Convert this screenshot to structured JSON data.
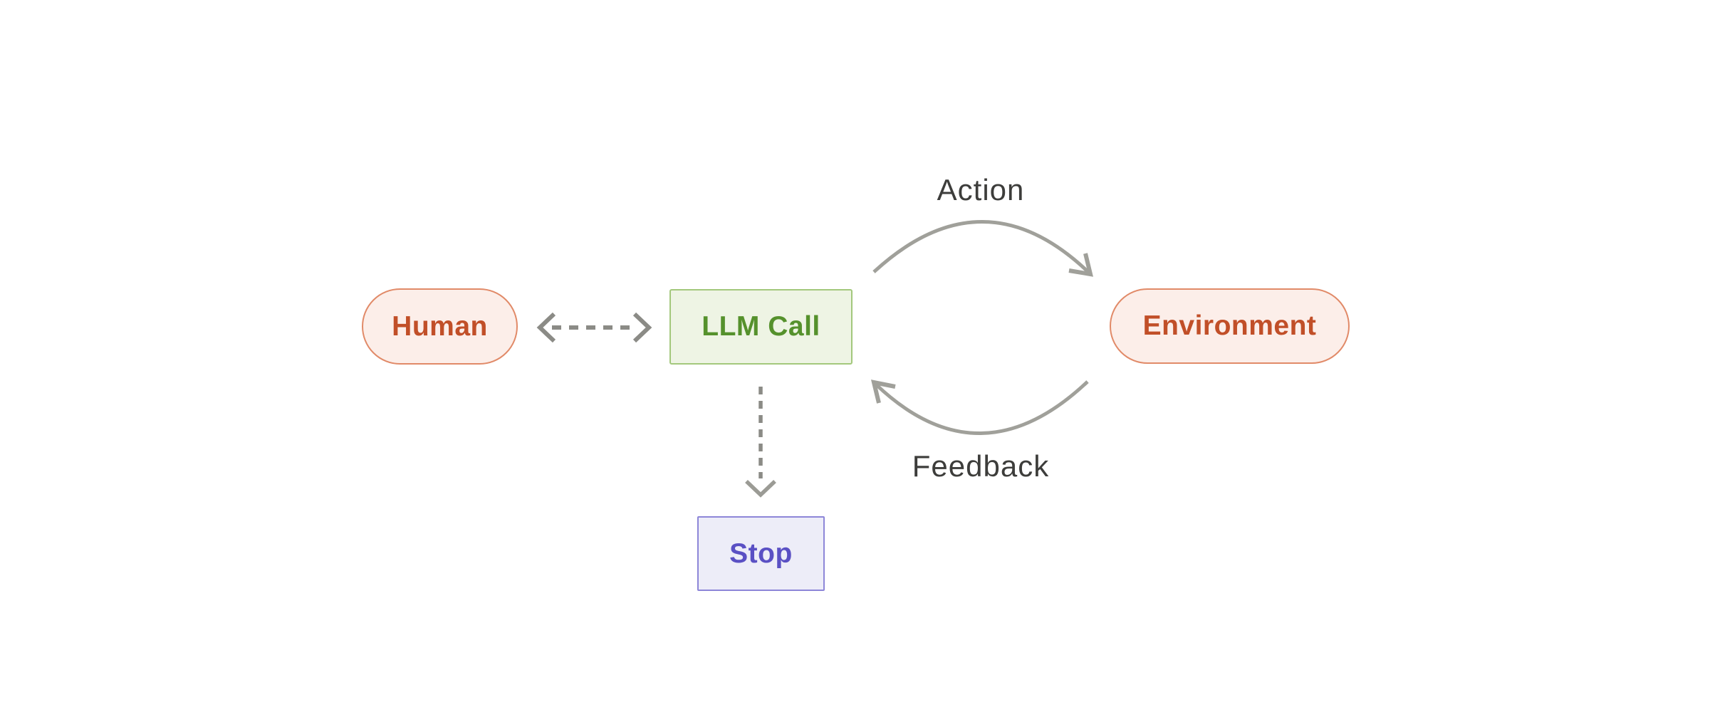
{
  "nodes": {
    "human": {
      "label": "Human",
      "fill": "#fceee9",
      "border": "#e18a68",
      "text_color": "#c14f28",
      "shape": "pill"
    },
    "llm_call": {
      "label": "LLM Call",
      "fill": "#eef4e4",
      "border": "#a3c87c",
      "text_color": "#55912c",
      "shape": "rectangle"
    },
    "environment": {
      "label": "Environment",
      "fill": "#fceee9",
      "border": "#e18a68",
      "text_color": "#c14f28",
      "shape": "pill"
    },
    "stop": {
      "label": "Stop",
      "fill": "#ededf8",
      "border": "#8d86d8",
      "text_color": "#5a50c4",
      "shape": "rectangle"
    }
  },
  "edges": {
    "action": {
      "label": "Action",
      "style": "solid-curved-arrow"
    },
    "feedback": {
      "label": "Feedback",
      "style": "solid-curved-arrow"
    },
    "human_llm": {
      "style": "dashed-double-headed-arrow"
    },
    "llm_stop": {
      "style": "dashed-arrow-down"
    }
  },
  "colors": {
    "background": "#ffffff",
    "solid_arrow": "#a0a09a",
    "dashed_arrow": "#8b8b86",
    "edge_label_text": "#3d3d3b"
  }
}
